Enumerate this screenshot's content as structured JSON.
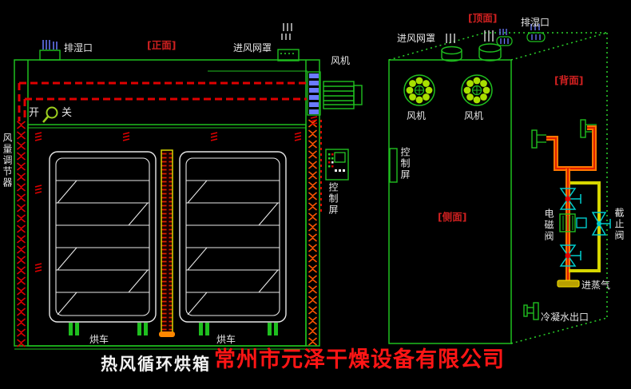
{
  "front_view": {
    "label": "[正面]",
    "exhaust_label": "排湿口",
    "inlet_label": "进风网罩",
    "fan_label": "风机",
    "switch_on": "开",
    "switch_off": "关",
    "damper_label": "风量调节器",
    "control_label": "控制屏",
    "cart_labels": [
      "烘车",
      "烘车"
    ]
  },
  "iso_view": {
    "top_label": "[顶面]",
    "side_label": "[侧面]",
    "back_label": "[背面]",
    "exhaust_label": "排湿口",
    "inlet_label": "进风网罩",
    "fan_labels": [
      "风机",
      "风机"
    ],
    "control_label": "控制屏",
    "solenoid_label": "电磁阀",
    "stop_valve_label": "截止阀",
    "steam_inlet_label": "进蒸气",
    "condensate_label": "冷凝水出口"
  },
  "footer": {
    "product_name": "热风循环烘箱",
    "company_name": "常州市元泽干燥设备有限公司"
  },
  "colors": {
    "background": "#000000",
    "line_green": "#1fbf1f",
    "dash_red": "#e00000",
    "view_label_red": "#cf2020",
    "company_red": "#ff1515",
    "hatch_blue": "#6b7bff",
    "valve_cyan": "#00cccc",
    "pipe_orange": "#ff7700",
    "heater_yellow": "#d6d600",
    "text_white": "#e6e6e6"
  }
}
